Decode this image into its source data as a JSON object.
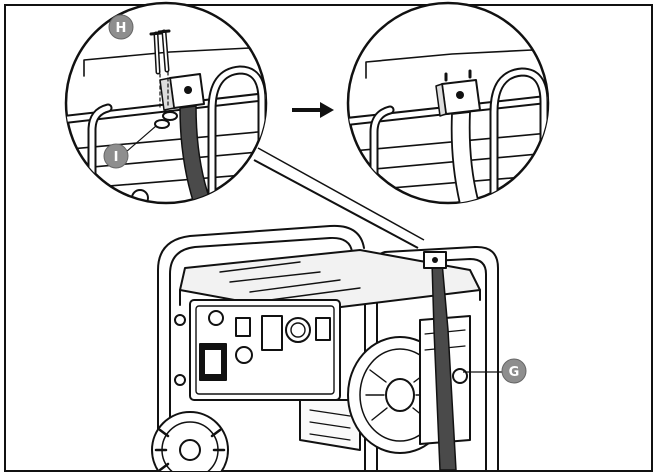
{
  "callouts": {
    "h": "H",
    "i": "I",
    "g": "G"
  },
  "colors": {
    "line": "#111111",
    "strap": "#4a4a4a",
    "callout_fill": "#8e8e8e",
    "callout_text": "#ffffff"
  }
}
